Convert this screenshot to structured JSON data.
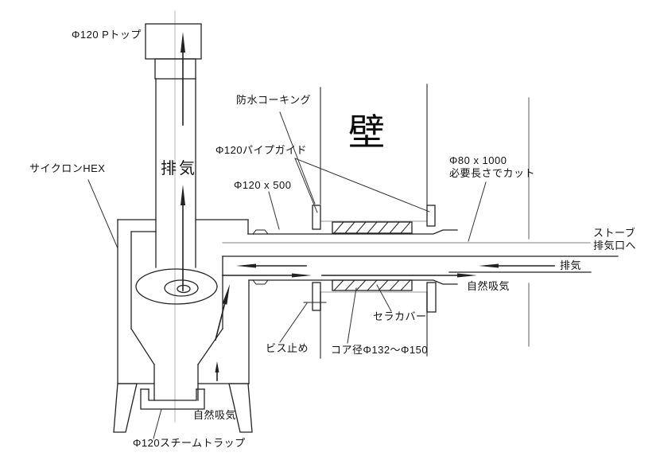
{
  "diagram_type": "stove-flue-wall-penetration-installation-diagram",
  "colors": {
    "background": "#ffffff",
    "line": "#222222",
    "gray_line": "#9a9a9a",
    "wall_line": "#555555",
    "text": "#111111"
  },
  "labels": {
    "p_top": "Φ120  Pトップ",
    "exhaust_pipe": "排気",
    "cyclone_hex": "サイクロンHEX",
    "waterproof_caulking": "防水コーキング",
    "wall": "壁",
    "pipe_guide": "Φ120パイプガイド",
    "phi120x500": "Φ120 x 500",
    "phi80_line1": "Φ80 x 1000",
    "phi80_line2": "必要長さでカット",
    "stove_line1": "ストーブ",
    "stove_line2": "排気口へ",
    "exhaust_right": "排気",
    "natural_intake_right": "自然吸気",
    "cera_cover": "セラカバー",
    "screw_fixing": "ビス止め",
    "core_diameter": "コア径Φ132～Φ150",
    "natural_intake_bottom": "自然吸気",
    "steam_trap": "Φ120スチームトラップ"
  }
}
